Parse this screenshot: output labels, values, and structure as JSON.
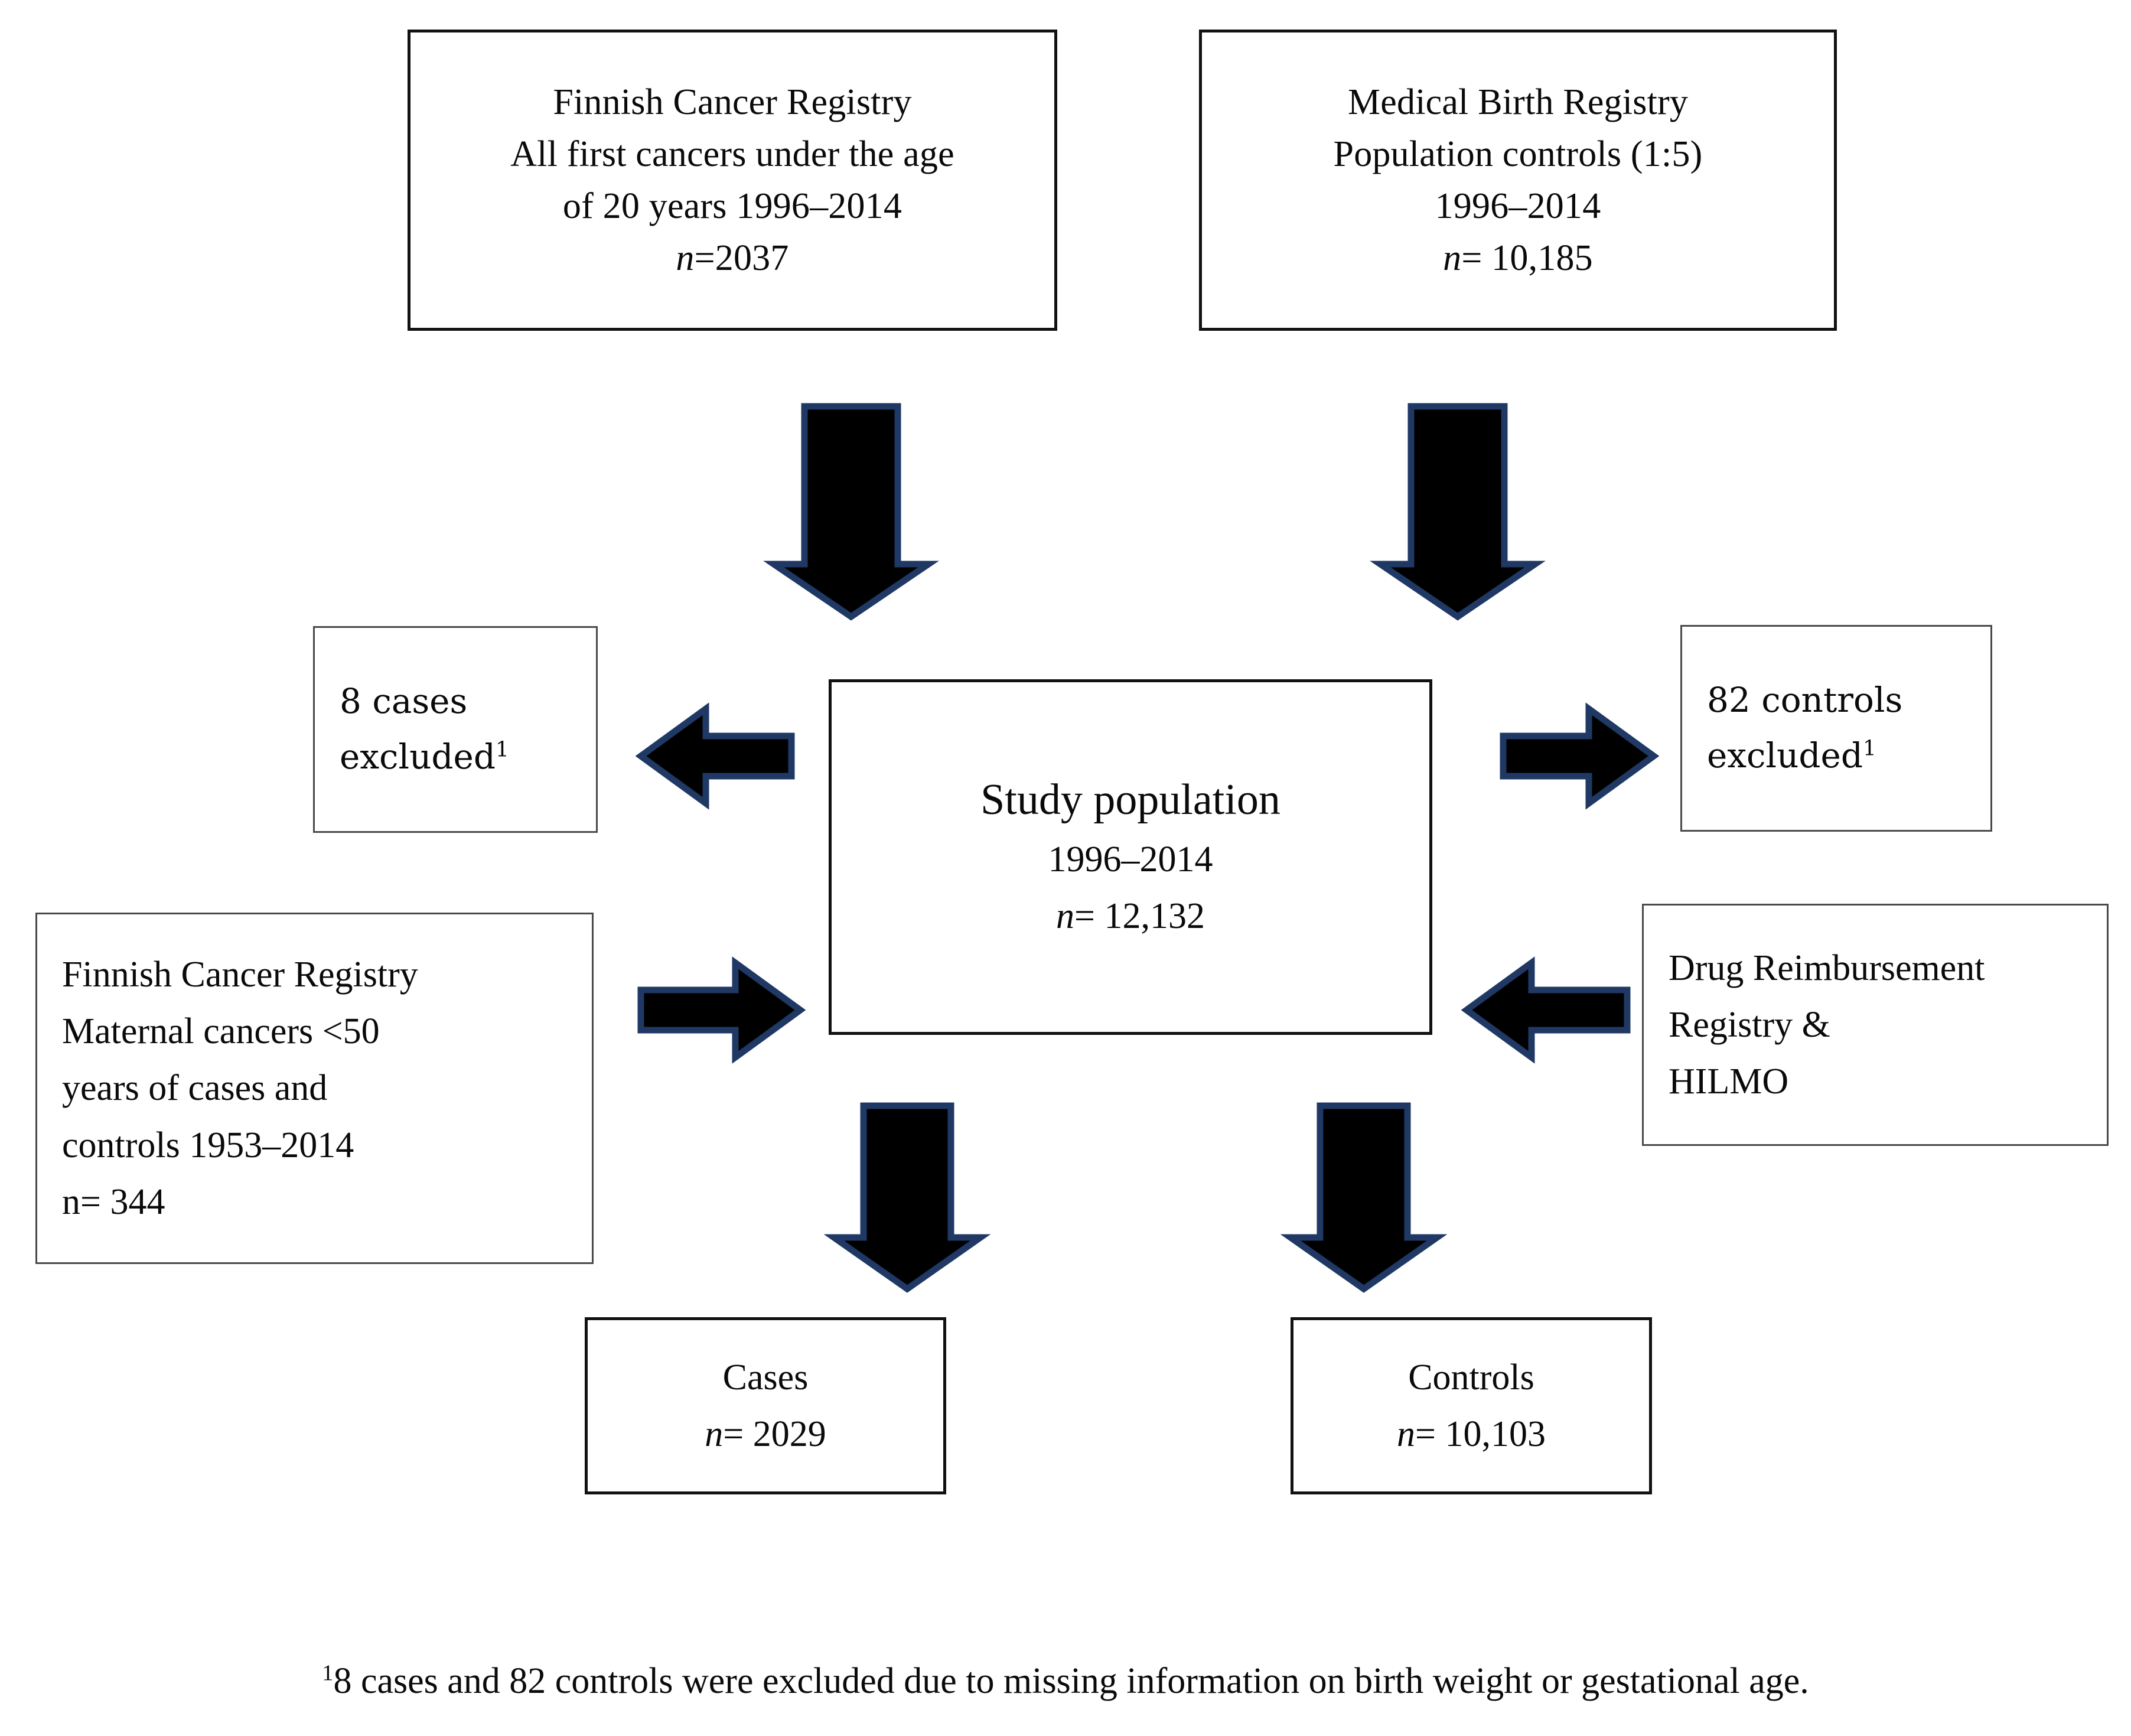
{
  "diagram": {
    "type": "flowchart",
    "title": "Study population flow diagram",
    "accent_color": "#1F3864",
    "border_color": "#111111",
    "background_color": "#FFFFFF"
  },
  "nodes": {
    "cancer_registry_source": {
      "name": "Finnish Cancer Registry (cases source)",
      "lines": [
        "Finnish Cancer Registry",
        "All first cancers under the age",
        "of 20 years 1996–2014"
      ],
      "n_label": "n",
      "n_value": "=2037"
    },
    "birth_registry_source": {
      "name": "Medical Birth Registry (controls source)",
      "lines": [
        "Medical Birth Registry",
        "Population controls (1:5)",
        "1996–2014"
      ],
      "n_label": "n",
      "n_value": "= 10,185"
    },
    "study_population": {
      "name": "Study population",
      "heading": "Study population",
      "period": "1996–2014",
      "n_label": "n",
      "n_value": "= 12,132"
    },
    "cases_excluded": {
      "name": "Cases excluded",
      "line1": "8 cases",
      "line2": "excluded",
      "footnote_marker": "1"
    },
    "controls_excluded": {
      "name": "Controls excluded",
      "line1": "82 controls",
      "line2": "excluded",
      "footnote_marker": "1"
    },
    "maternal_cancers": {
      "name": "Finnish Cancer Registry maternal cancers",
      "lines": [
        "Finnish Cancer Registry",
        "Maternal cancers <50",
        "years of cases and",
        "controls 1953–2014",
        "n= 344"
      ]
    },
    "drug_registry": {
      "name": "Drug Reimbursement Registry and HILMO",
      "lines": [
        "Drug Reimbursement",
        "Registry &",
        "HILMO"
      ]
    },
    "cases_final": {
      "name": "Final cases",
      "heading": "Cases",
      "n_label": "n",
      "n_value": "= 2029"
    },
    "controls_final": {
      "name": "Final controls",
      "heading": "Controls",
      "n_label": "n",
      "n_value": "= 10,103"
    }
  },
  "arrows": [
    {
      "id": "arrow-cancer-to-study",
      "direction": "down",
      "from": "cancer_registry_source",
      "to": "study_population"
    },
    {
      "id": "arrow-birth-to-study",
      "direction": "down",
      "from": "birth_registry_source",
      "to": "study_population"
    },
    {
      "id": "arrow-study-to-excl-left",
      "direction": "left",
      "from": "study_population",
      "to": "cases_excluded"
    },
    {
      "id": "arrow-study-to-excl-right",
      "direction": "right",
      "from": "study_population",
      "to": "controls_excluded"
    },
    {
      "id": "arrow-maternal-to-study",
      "direction": "right",
      "from": "maternal_cancers",
      "to": "study_population"
    },
    {
      "id": "arrow-drug-to-study",
      "direction": "left",
      "from": "drug_registry",
      "to": "study_population"
    },
    {
      "id": "arrow-study-to-cases",
      "direction": "down",
      "from": "study_population",
      "to": "cases_final"
    },
    {
      "id": "arrow-study-to-controls",
      "direction": "down",
      "from": "study_population",
      "to": "controls_final"
    }
  ],
  "footnote": {
    "marker": "1",
    "text": "8 cases and 82 controls were excluded due to missing information on birth weight or gestational age."
  }
}
